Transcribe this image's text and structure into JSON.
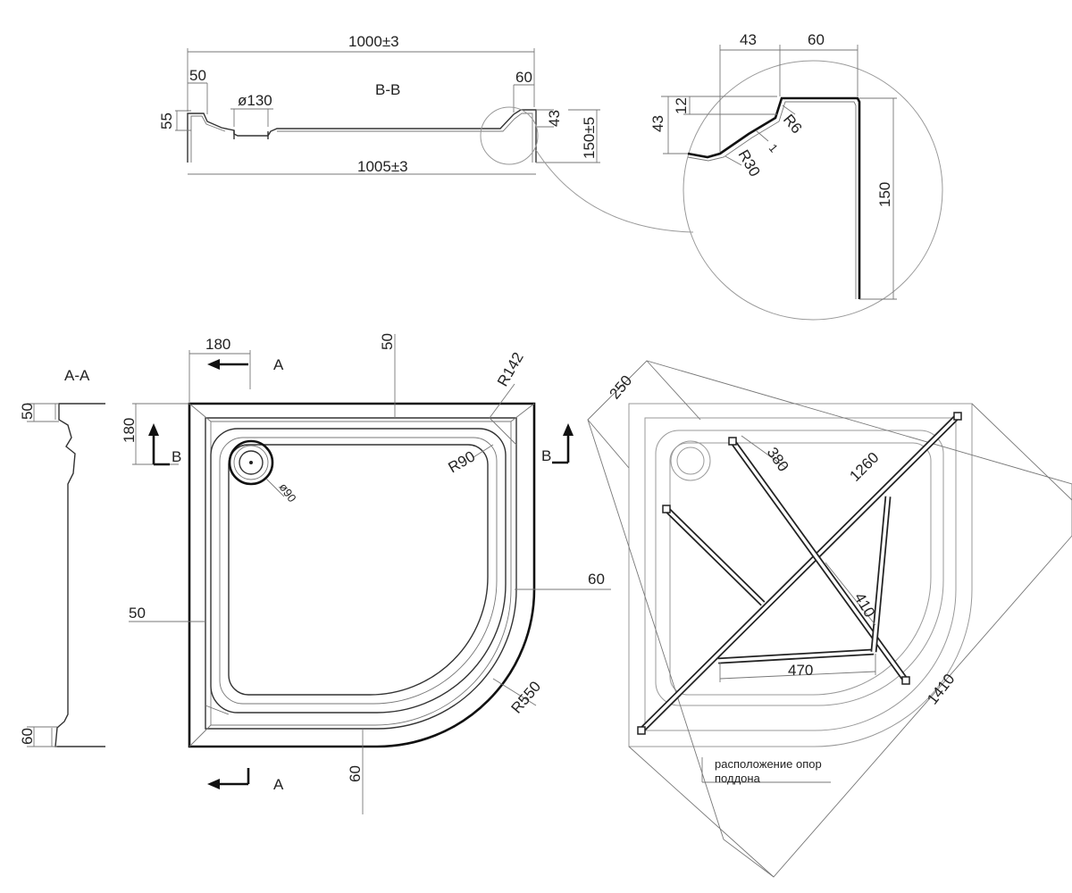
{
  "section_bb": {
    "title": "B-B",
    "width_top": "1000±3",
    "width_bottom": "1005±3",
    "left_rim": "50",
    "right_rim": "60",
    "drain": "ø130",
    "left_height": "55",
    "right_height": "43",
    "height": "150±5"
  },
  "detail": {
    "top_left": "43",
    "top_right": "60",
    "depth_small": "12",
    "depth_43": "43",
    "radius_small": "R6",
    "thickness": "1",
    "radius_large": "R30",
    "height": "150"
  },
  "section_aa": {
    "title": "A-A",
    "top_height": "50",
    "bottom_height": "60"
  },
  "plan": {
    "cut_a_top": "A",
    "cut_a_bottom": "A",
    "cut_b_left": "B",
    "cut_b_right": "B",
    "dim_180_top": "180",
    "dim_180_left": "180",
    "dim_50_top": "50",
    "dim_50_left": "50",
    "dim_60_right": "60",
    "dim_60_bottom": "60",
    "radius_corner": "R142",
    "radius_inner": "R90",
    "drain_dia": "ø90",
    "radius_outer": "R550"
  },
  "supports": {
    "dim_250": "250",
    "dim_380": "380",
    "dim_1260": "1260",
    "dim_410": "410",
    "dim_470": "470",
    "dim_1410": "1410",
    "note_line1": "расположение опор",
    "note_line2": "поддона"
  }
}
